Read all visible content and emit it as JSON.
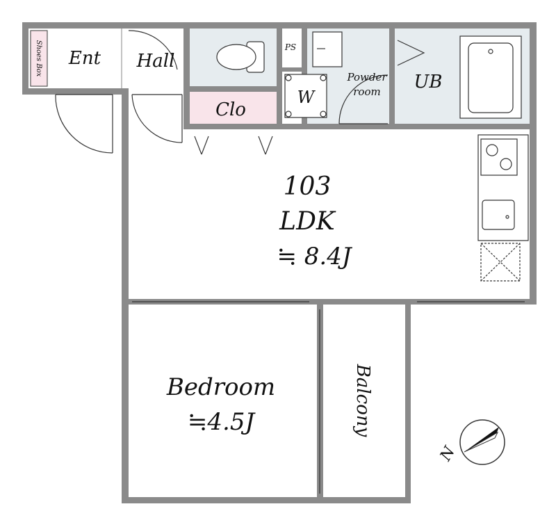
{
  "unit_number": "103",
  "rooms": {
    "ldk": {
      "name": "LDK",
      "size": "≒ 8.4J"
    },
    "bedroom": {
      "name": "Bedroom",
      "size": "≒4.5J"
    },
    "entrance": "Ent",
    "hall": "Hall",
    "closet": "Clo",
    "ps": "PS",
    "washer": "W",
    "powder_room_line1": "Powder",
    "powder_room_line2": "room",
    "bath": "UB",
    "balcony": "Balcony",
    "shoes_box": "Shoes Box"
  },
  "compass": {
    "label": "N"
  },
  "colors": {
    "wall": "#8a8a8a",
    "wet_area": "#e6ecef",
    "storage": "#f9e4ea",
    "line": "#333333"
  }
}
